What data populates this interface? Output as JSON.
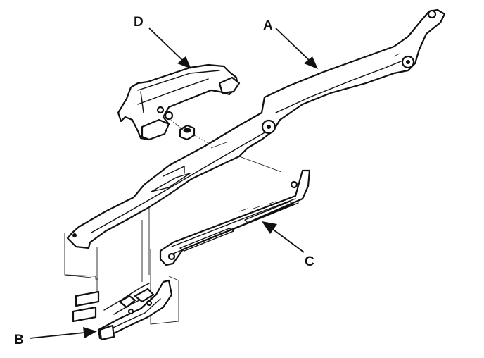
{
  "callouts": {
    "a": "A",
    "b": "B",
    "c": "C",
    "d": "D"
  }
}
